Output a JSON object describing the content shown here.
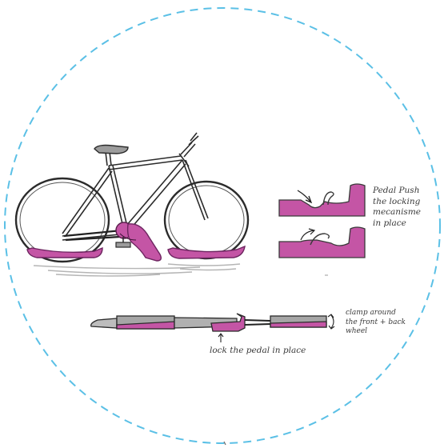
{
  "colors": {
    "circle": "#5bc0e6",
    "magenta": "#c455a5",
    "magenta_dark": "#8e2f78",
    "grey": "#a3a3a3",
    "ink": "#333333"
  },
  "annotations": {
    "pedal_push": [
      "Pedal Push",
      "the locking",
      "mecanisme",
      "in place"
    ],
    "clamp": [
      "clamp around",
      "the front + back",
      "wheel"
    ],
    "lock_pedal": "lock the pedal in place"
  }
}
